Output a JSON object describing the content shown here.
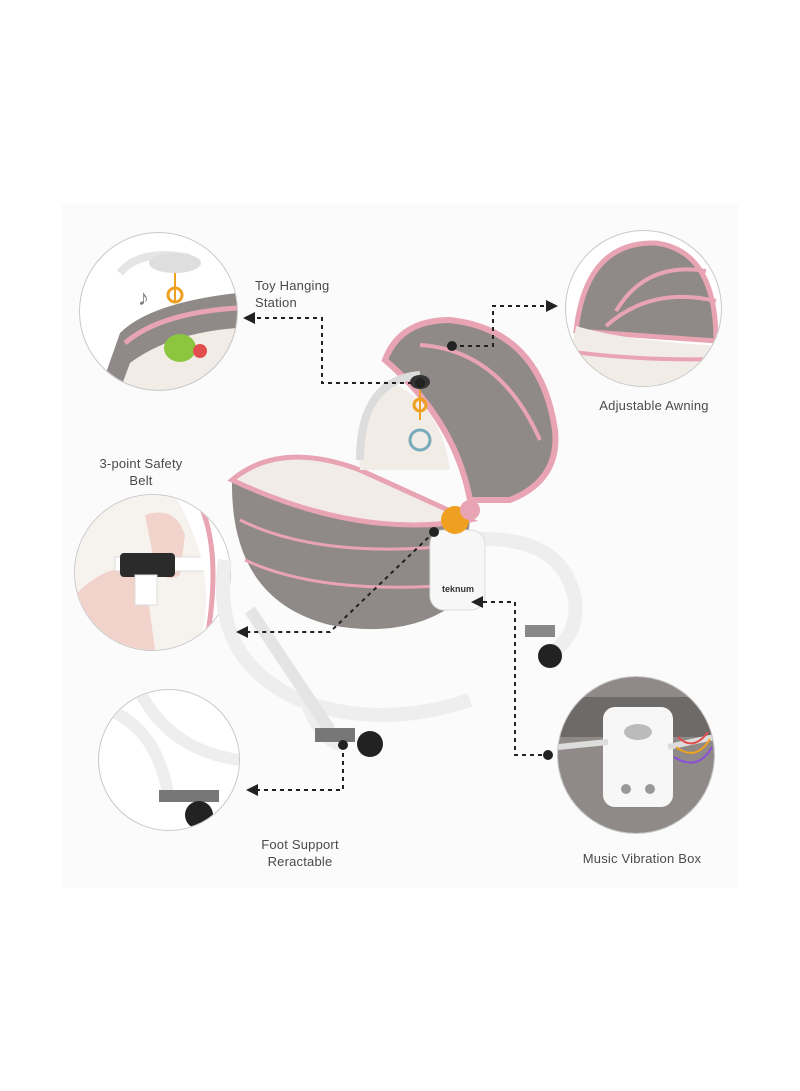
{
  "features": {
    "toy_hanging": {
      "line1": "Toy Hanging",
      "line2": "Station"
    },
    "awning": {
      "line1": "Adjustable Awning"
    },
    "safety_belt": {
      "line1": "3-point Safety",
      "line2": "Belt"
    },
    "foot_support": {
      "line1": "Foot Support",
      "line2": "Reractable"
    },
    "music_box": {
      "line1": "Music Vibration Box"
    }
  },
  "product": {
    "brand": "teknum"
  },
  "colors": {
    "pink_trim": "#e9a4b4",
    "fabric_grey": "#8f8a88",
    "inner_cream": "#f1ece6",
    "frame_white": "#f4f4f4"
  },
  "icons": [
    "music-note-icon",
    "toy-rattle-icon",
    "wheel-icon"
  ]
}
